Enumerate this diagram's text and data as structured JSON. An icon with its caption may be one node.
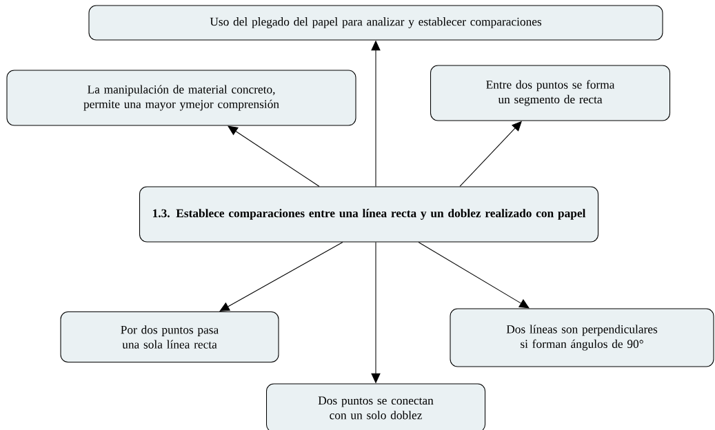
{
  "diagram": {
    "nodes": [
      {
        "text": [
          "Uso del plegado del papel para analizar y establecer comparaciones"
        ]
      },
      {
        "text": [
          "La manipulación de material concreto, permite una mayor ymejor comprensión"
        ]
      },
      {
        "text": [
          "Entre dos puntos se forma un segmento de recta"
        ]
      },
      {
        "text": [
          "1.3. Establece comparaciones entre una línea recta y un doblez realizado con papel"
        ]
      },
      {
        "text": [
          "Por dos puntos pasa una sola línea recta"
        ]
      },
      {
        "text": [
          "Dos líneas son perpendiculares si forman ángulos de 90°"
        ]
      },
      {
        "text": [
          "Dos puntos se conectan con un solo doblez"
        ]
      }
    ],
    "edges": [
      {
        "from": 3,
        "to": 0,
        "arrow": "to"
      },
      {
        "from": 3,
        "to": 1,
        "arrow": "to"
      },
      {
        "from": 3,
        "to": 2,
        "arrow": "to"
      },
      {
        "from": 3,
        "to": 4,
        "arrow": "to"
      },
      {
        "from": 3,
        "to": 5,
        "arrow": "to"
      },
      {
        "from": 3,
        "to": 6,
        "arrow": "to"
      }
    ]
  }
}
